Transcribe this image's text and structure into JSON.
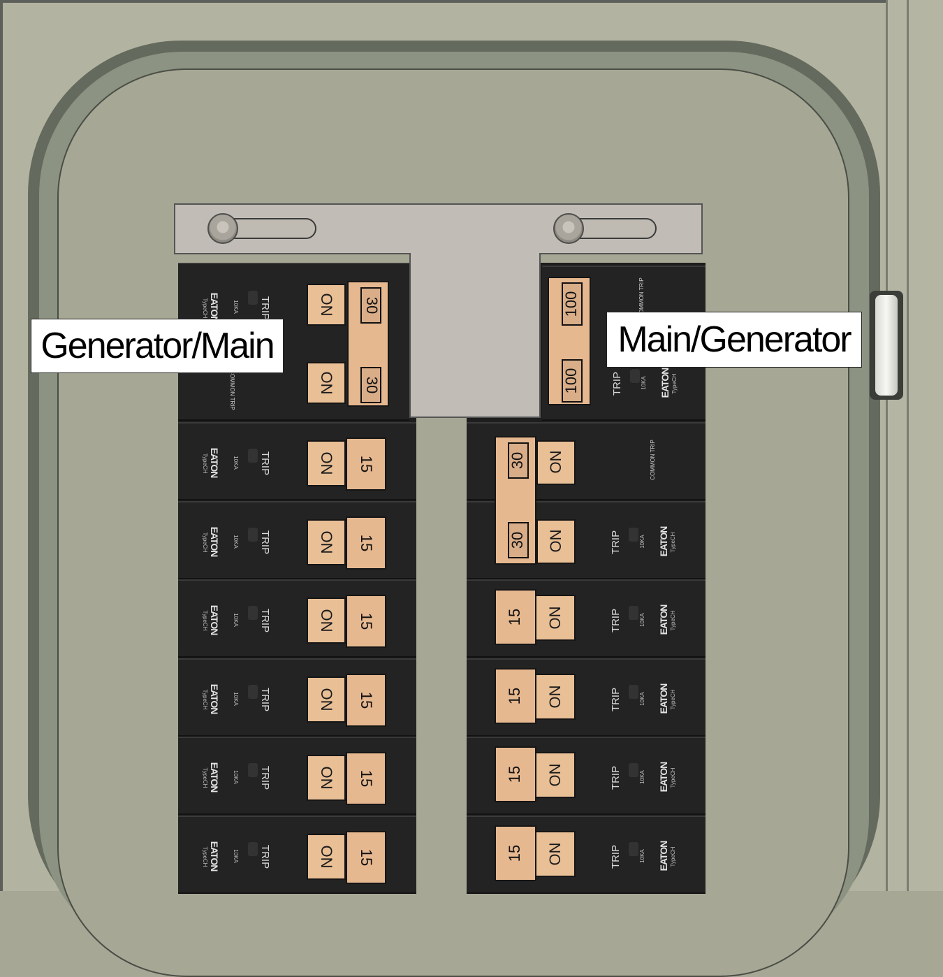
{
  "labels": {
    "left": "Generator/Main",
    "right": "Main/Generator"
  },
  "breaker_text": {
    "on": "ON",
    "trip": "TRIP",
    "brand": "EATON",
    "rating": "10KA",
    "type": "TypeCH",
    "common_trip": "COMMON TRIP"
  },
  "interlock": {
    "left_main": [
      "30",
      "30"
    ],
    "right_main": [
      "100",
      "100"
    ]
  },
  "left_column": [
    "15",
    "15",
    "15",
    "15",
    "15",
    "15"
  ],
  "right_column": [
    "30",
    "30",
    "15",
    "15",
    "15",
    "15"
  ],
  "colors": {
    "panel": "#b3b3a1",
    "breaker_body": "#232323",
    "handle": "#e9bf96",
    "plate": "#c1bdb6"
  }
}
